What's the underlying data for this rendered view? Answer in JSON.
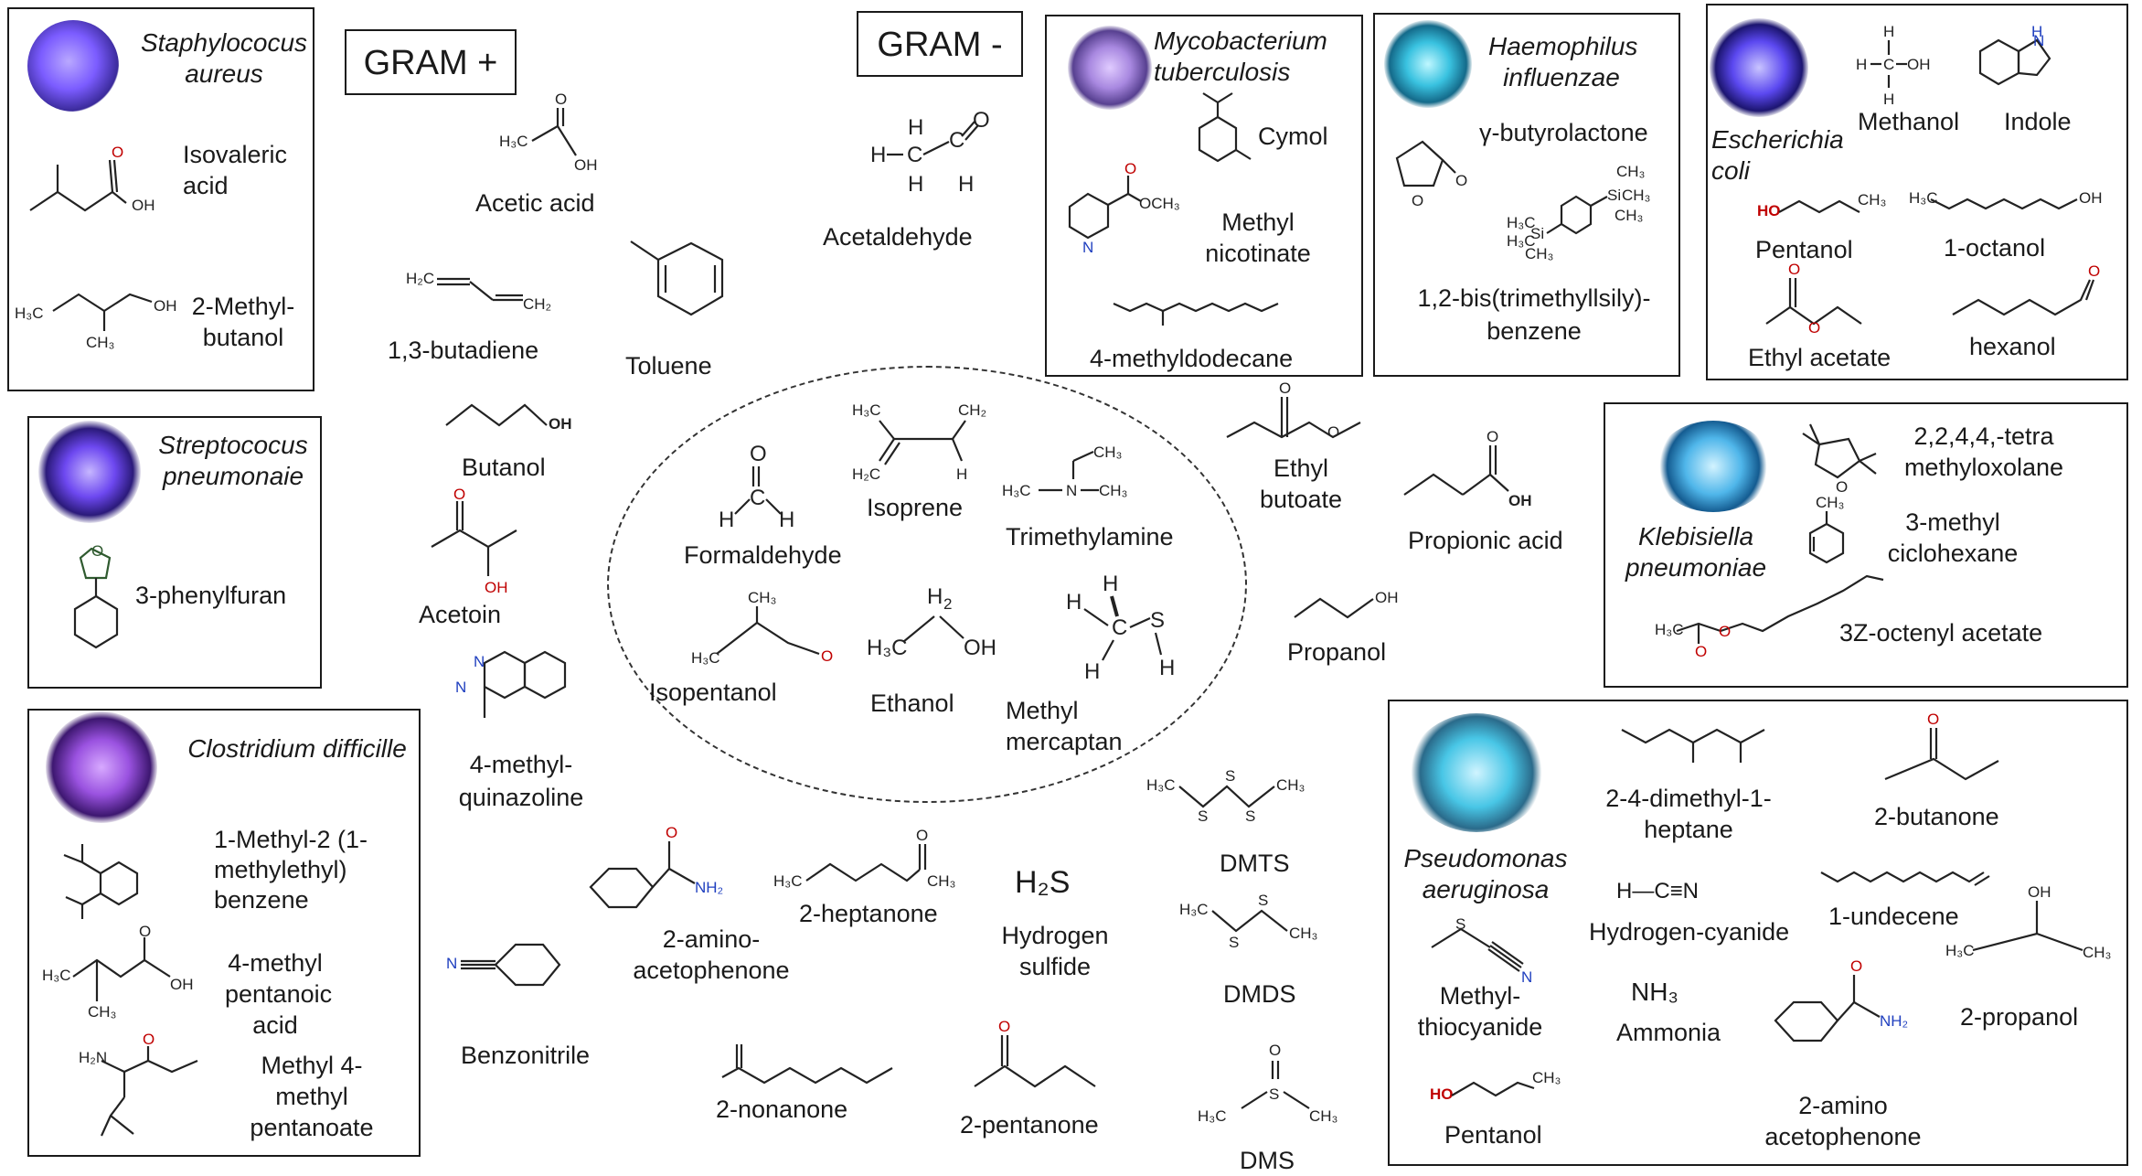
{
  "headers": {
    "gram_pos": "GRAM +",
    "gram_neg": "GRAM -"
  },
  "bacteria": {
    "staph": "Staphylococus aureus",
    "strep": "Streptococus pneumonaie",
    "clost": "Clostridium difficille",
    "myco": "Mycobacterium tuberculosis",
    "haem": "Haemophilus influenzae",
    "ecoli": "Escherichia coli",
    "kleb": "Klebisiella pneumoniae",
    "pseudo": "Pseudomonas aeruginosa"
  },
  "compounds": {
    "isovaleric": "Isovaleric acid",
    "methylbutanol": "2-Methyl-butanol",
    "phenylfuran": "3-phenylfuran",
    "methylethylbenzene": "1-Methyl-2 (1-methylethyl) benzene",
    "methylpentanoic": "4-methyl pentanoic acid",
    "methylpentanoate": "Methyl 4-methyl pentanoate",
    "acetic": "Acetic acid",
    "butadiene": "1,3-butadiene",
    "toluene": "Toluene",
    "butanol": "Butanol",
    "acetoin": "Acetoin",
    "quinazoline": "4-methyl-quinazoline",
    "benzonitrile": "Benzonitrile",
    "aminoacetophenone": "2-amino-acetophenone",
    "heptanone": "2-heptanone",
    "h2s_formula": "H₂S",
    "h2s": "Hydrogen sulfide",
    "nonanone": "2-nonanone",
    "pentanone": "2-pentanone",
    "acetaldehyde": "Acetaldehyde",
    "formaldehyde": "Formaldehyde",
    "isoprene": "Isoprene",
    "trimethylamine": "Trimethylamine",
    "isopentanol": "Isopentanol",
    "ethanol": "Ethanol",
    "methylmercaptan": "Methyl mercaptan",
    "ethylbutoate": "Ethyl butoate",
    "propionic": "Propionic acid",
    "propanol": "Propanol",
    "dmts": "DMTS",
    "dmds": "DMDS",
    "dms": "DMS",
    "cymol": "Cymol",
    "methylnicotinate": "Methyl nicotinate",
    "methyldodecane": "4-methyldodecane",
    "butyrolactone": "γ-butyrolactone",
    "bistms": "1,2-bis(trimethyllsily)-benzene",
    "methanol": "Methanol",
    "indole": "Indole",
    "pentanol": "Pentanol",
    "octanol": "1-octanol",
    "ethylacetate": "Ethyl  acetate",
    "hexanol": "hexanol",
    "tetramethyloxolane": "2,2,4,4,-tetra methyloxolane",
    "methylciclohexane": "3-methyl ciclohexane",
    "octenylacetate": "3Z-octenyl  acetate",
    "dimethylheptane": "2-4-dimethyl-1-heptane",
    "butanone": "2-butanone",
    "hcn_formula": "H—C≡N",
    "hcn": "Hydrogen-cyanide",
    "undecene": "1-undecene",
    "methylthiocyanide": "Methyl-thiocyanide",
    "nh3_formula": "NH₃",
    "ammonia": "Ammonia",
    "propanol2": "2-propanol",
    "pentanol2": "Pentanol",
    "aminoacetophenone2": "2-amino acetophenone"
  },
  "colors": {
    "purple_bacteria": "#7b5cff",
    "cyan_bacteria": "#39c2e0",
    "teal_bacteria": "#45c7c0",
    "oxygen_red": "#c00000",
    "nitrogen_blue": "#1f3fbf"
  }
}
